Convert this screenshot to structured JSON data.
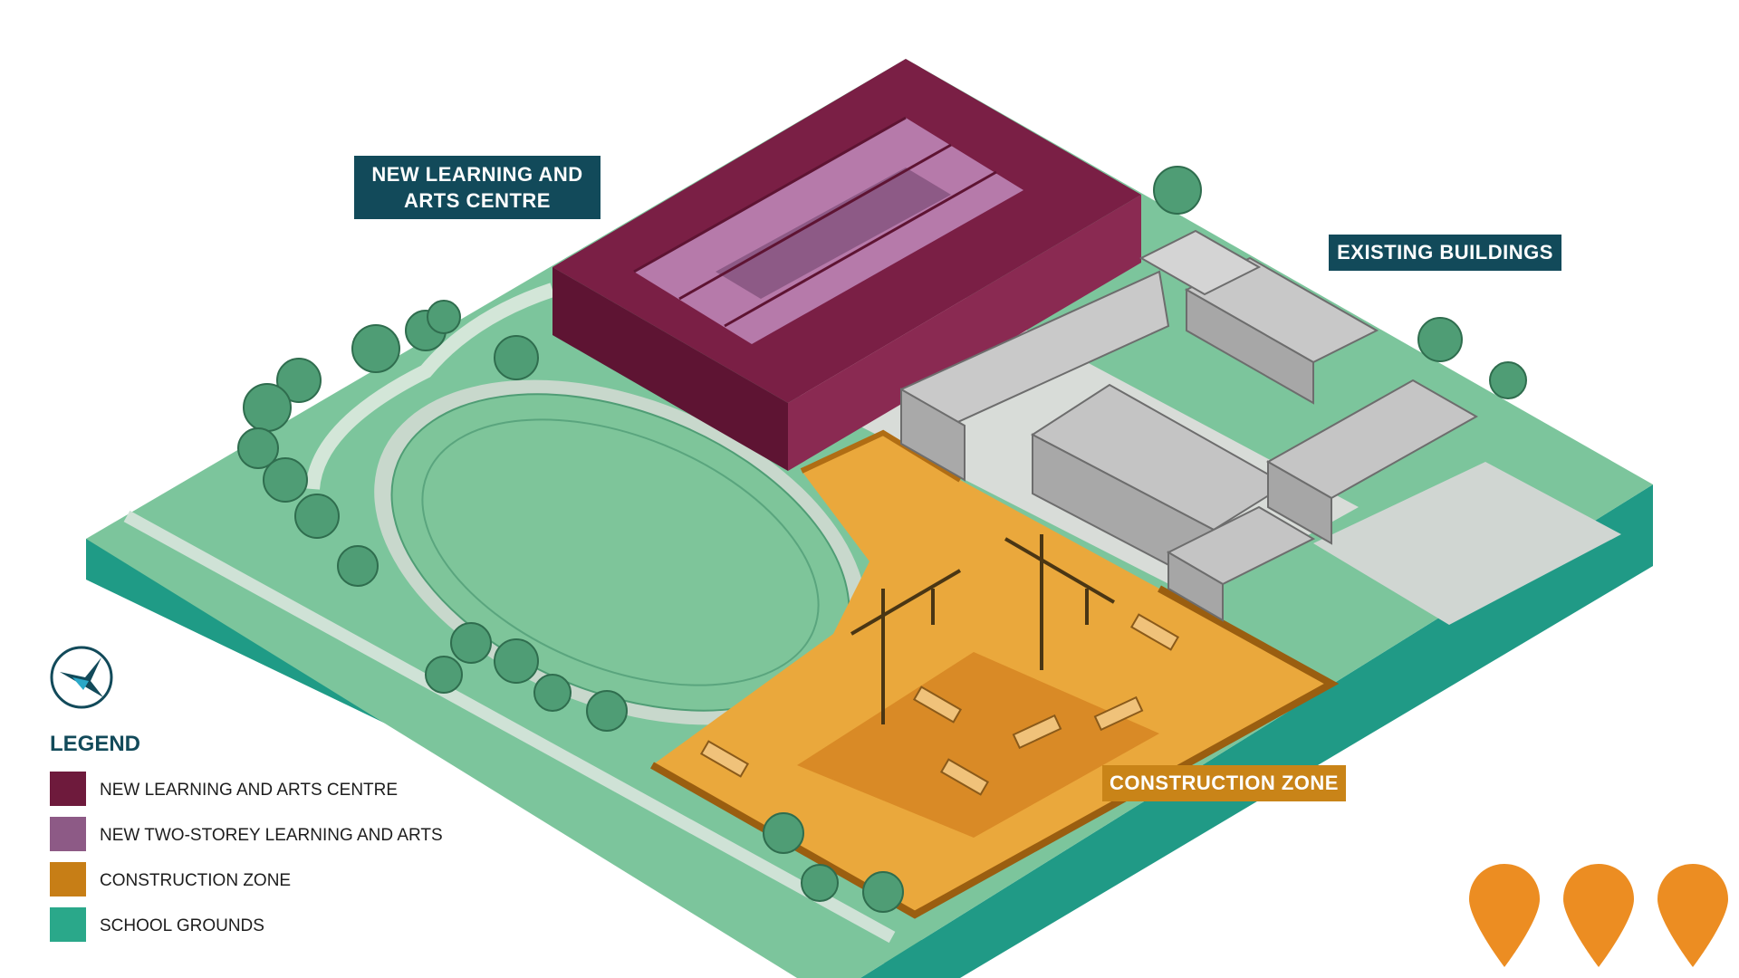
{
  "callouts": {
    "learning_line1": "NEW LEARNING AND",
    "learning_line2": "ARTS CENTRE",
    "existing": "EXISTING BUILDINGS",
    "construction": "CONSTRUCTION ZONE"
  },
  "legend": {
    "logo_icon": "swift-bird-compass-icon",
    "title": "LEGEND",
    "items": [
      {
        "label": "NEW LEARNING AND ARTS CENTRE",
        "color": "#6e1a3c"
      },
      {
        "label": "NEW TWO-STOREY LEARNING AND ARTS",
        "color": "#8d5a86"
      },
      {
        "label": "CONSTRUCTION ZONE",
        "color": "#c77e16"
      },
      {
        "label": "SCHOOL GROUNDS",
        "color": "#2aa88a"
      }
    ]
  },
  "colors": {
    "ground": "#79c49a",
    "ground_edge": "#209a86",
    "oval": "#7fc79b",
    "building_new": "#7a1f45",
    "building_new_upper": "#b67aaa",
    "existing_buildings": "#bdbdbd",
    "construction": "#e8a83a",
    "tree": "#4f9d75",
    "pin": "#ec8d22",
    "callout_bg": "#124a5a"
  },
  "pins": [
    {
      "icon": "map-pin-icon"
    },
    {
      "icon": "map-pin-icon"
    },
    {
      "icon": "map-pin-icon"
    }
  ]
}
